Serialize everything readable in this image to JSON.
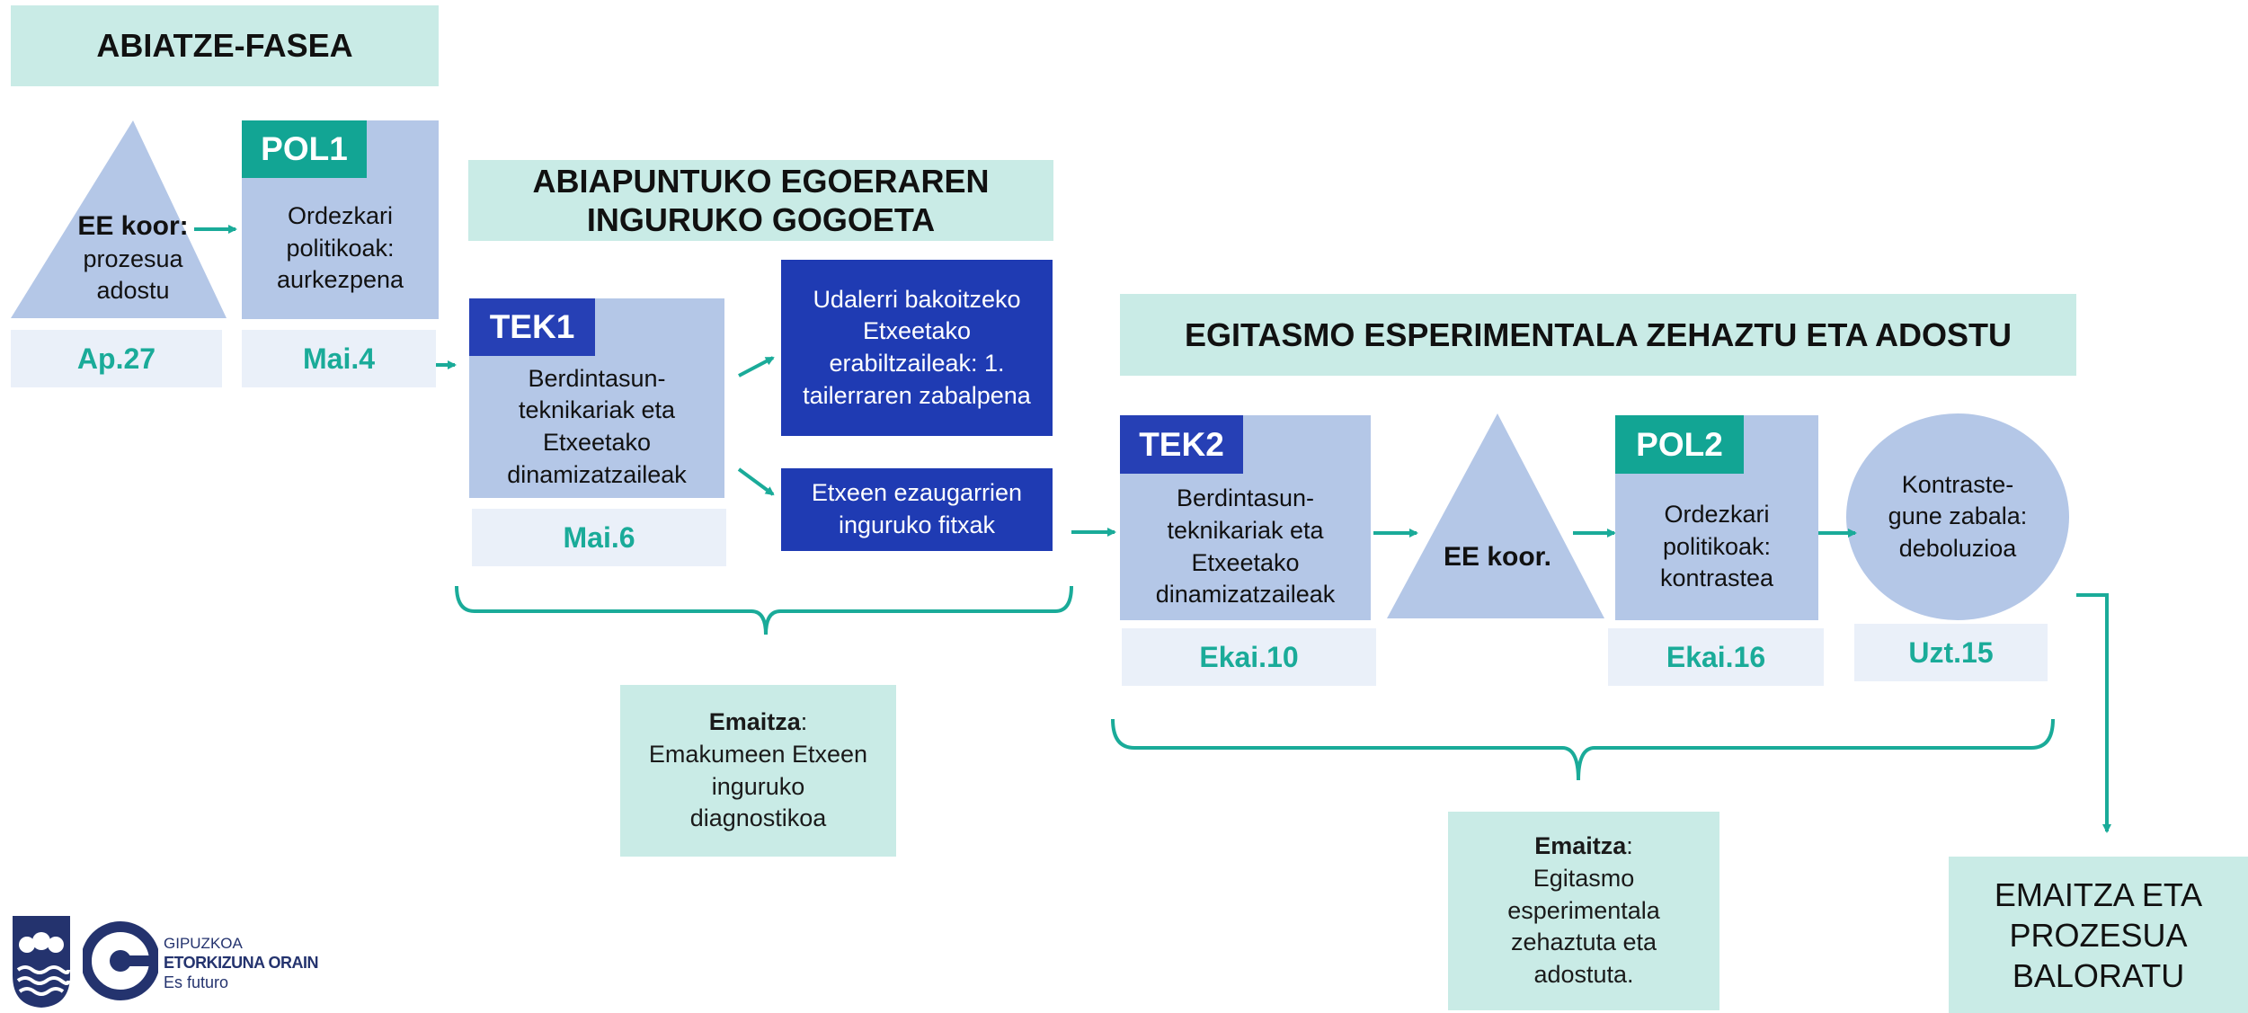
{
  "phase1": {
    "title": "ABIATZE-FASEA"
  },
  "phase2": {
    "title": "ABIAPUNTUKO EGOERAREN INGURUKO GOGOETA"
  },
  "phase3": {
    "title": "EGITASMO ESPERIMENTALA ZEHAZTU ETA ADOSTU"
  },
  "steps": {
    "ee1": {
      "bold": "EE koor:",
      "text": "prozesua adostu",
      "date": "Ap.27"
    },
    "pol1": {
      "badge": "POL1",
      "text": "Ordezkari politikoak: aurkezpena",
      "date": "Mai.4"
    },
    "tek1": {
      "badge": "TEK1",
      "text": "Berdintasun-teknikariak eta Etxeetako dinamizatzaileak",
      "date": "Mai.6"
    },
    "box_a": {
      "text": "Udalerri bakoitzeko Etxeetako erabiltzaileak: 1. tailerraren zabalpena"
    },
    "box_b": {
      "text": "Etxeen ezaugarrien inguruko fitxak"
    },
    "tek2": {
      "badge": "TEK2",
      "text": "Berdintasun-teknikariak eta Etxeetako dinamizatzaileak",
      "date": "Ekai.10"
    },
    "ee2": {
      "bold": "EE koor."
    },
    "pol2": {
      "badge": "POL2",
      "text": "Ordezkari politikoak: kontrastea",
      "date": "Ekai.16"
    },
    "kontraste": {
      "text": "Kontraste-gune zabala: deboluzioa",
      "date": "Uzt.15"
    }
  },
  "results": {
    "r1": {
      "label": "Emaitza",
      "text": "Emakumeen Etxeen inguruko diagnostikoa"
    },
    "r2": {
      "label": "Emaitza",
      "text": "Egitasmo esperimentala zehaztuta eta adostuta."
    }
  },
  "final": {
    "text": "EMAITZA ETA PROZESUA BALORATU"
  },
  "logo": {
    "line1": "GIPUZKOA",
    "line2": "ETORKIZUNA ORAIN",
    "line3": "Es futuro"
  },
  "colors": {
    "mint": "#c9ebe6",
    "light_blue": "#b4c7e7",
    "pale_blue": "#eaf0f9",
    "dark_blue": "#1f3bb3",
    "teal": "#12a594",
    "arrow": "#1aab99"
  }
}
